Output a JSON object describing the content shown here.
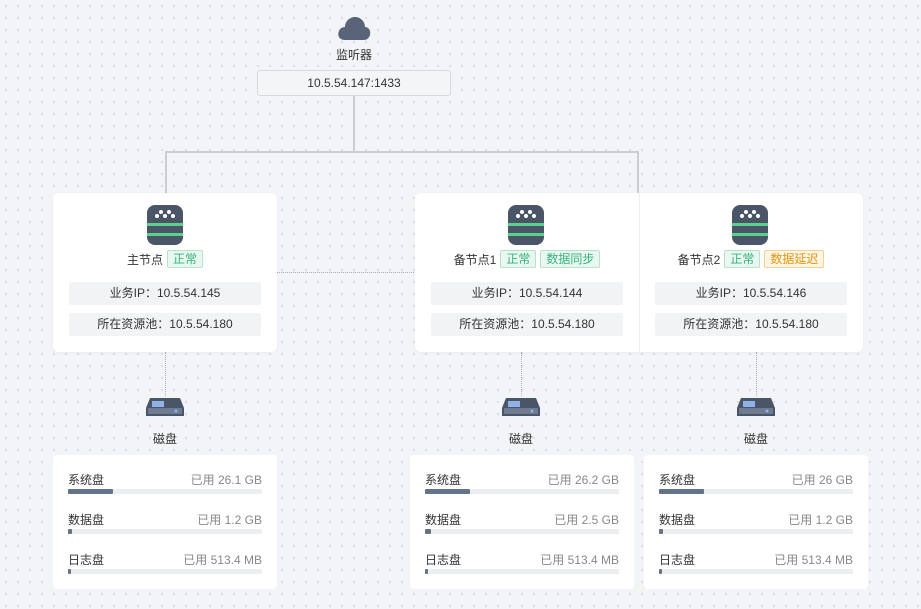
{
  "colors": {
    "normal_green": "#36b37e",
    "delay_orange": "#e8920c",
    "server_icon": "#4a5568",
    "server_stripe": "#5ad18a",
    "disk_fill": "#657388"
  },
  "listener": {
    "icon": "cloud-icon",
    "label": "监听器",
    "address": "10.5.54.147:1433"
  },
  "nodes": [
    {
      "title": "主节点",
      "badges": [
        {
          "text": "正常",
          "tone": "green"
        }
      ],
      "business_ip": "业务IP：10.5.54.145",
      "pool": "所在资源池：10.5.54.180"
    },
    {
      "title": "备节点1",
      "badges": [
        {
          "text": "正常",
          "tone": "green"
        },
        {
          "text": "数据同步",
          "tone": "green"
        }
      ],
      "business_ip": "业务IP：10.5.54.144",
      "pool": "所在资源池：10.5.54.180"
    },
    {
      "title": "备节点2",
      "badges": [
        {
          "text": "正常",
          "tone": "green"
        },
        {
          "text": "数据延迟",
          "tone": "orange"
        }
      ],
      "business_ip": "业务IP：10.5.54.146",
      "pool": "所在资源池：10.5.54.180"
    }
  ],
  "disks": [
    {
      "label": "磁盘",
      "rows": [
        {
          "name": "系统盘",
          "used": "已用 26.1 GB",
          "fraction": 0.22
        },
        {
          "name": "数据盘",
          "used": "已用 1.2 GB",
          "fraction": 0.01
        },
        {
          "name": "日志盘",
          "used": "已用 513.4 MB",
          "fraction": 0.005
        }
      ]
    },
    {
      "label": "磁盘",
      "rows": [
        {
          "name": "系统盘",
          "used": "已用 26.2 GB",
          "fraction": 0.22
        },
        {
          "name": "数据盘",
          "used": "已用 2.5 GB",
          "fraction": 0.02
        },
        {
          "name": "日志盘",
          "used": "已用 513.4 MB",
          "fraction": 0.005
        }
      ]
    },
    {
      "label": "磁盘",
      "rows": [
        {
          "name": "系统盘",
          "used": "已用 26 GB",
          "fraction": 0.22
        },
        {
          "name": "数据盘",
          "used": "已用 1.2 GB",
          "fraction": 0.01
        },
        {
          "name": "日志盘",
          "used": "已用 513.4 MB",
          "fraction": 0.005
        }
      ]
    }
  ]
}
